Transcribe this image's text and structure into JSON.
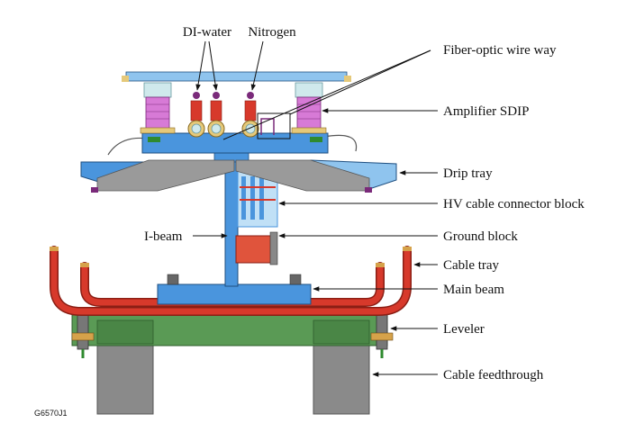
{
  "labels": {
    "di_water": "DI-water",
    "nitrogen": "Nitrogen",
    "fiber_optic": "Fiber-optic wire way",
    "amplifier": "Amplifier SDIP",
    "drip_tray": "Drip tray",
    "hv_cable": "HV cable connector block",
    "i_beam": "I-beam",
    "ground_block": "Ground block",
    "cable_tray": "Cable tray",
    "main_beam": "Main beam",
    "leveler": "Leveler",
    "cable_feedthrough": "Cable feedthrough"
  },
  "figure_id": "G6570J1",
  "colors": {
    "blue": "#4a95dd",
    "light_blue": "#8fc4ee",
    "magenta": "#d77ad6",
    "red": "#d7392b",
    "green": "#4e8a48",
    "gray": "#7d7d7d",
    "yellow": "#e5c97a",
    "gold": "#d6a24a"
  }
}
